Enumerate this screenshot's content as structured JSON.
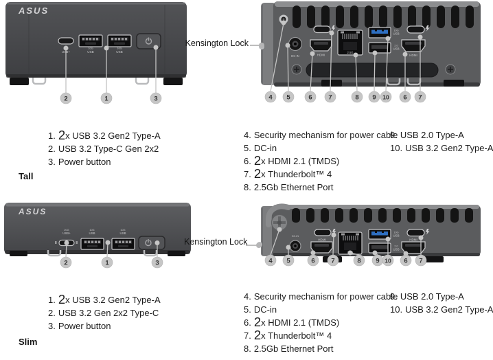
{
  "brand": "ASUS",
  "labels": {
    "kensington": "Kensington Lock",
    "tall": "Tall",
    "slim": "Slim"
  },
  "port_labels": {
    "speed20": "20G",
    "usb_plus": "USB+",
    "speed10": "10G",
    "usb": "USB",
    "usb20": "2.0",
    "hdmi": "HDMI",
    "ethernet": "2.5G",
    "dcin": "DC-IN"
  },
  "colors": {
    "usb3_blue": "#2e6fc2",
    "front_body": "#48494c",
    "rear_body": "#5b5c5e",
    "callout_fill": "#c6c6c6"
  },
  "tall": {
    "front_callouts": [
      "2",
      "1",
      "3"
    ],
    "rear_callouts": [
      "4",
      "5",
      "6",
      "7",
      "8",
      "9",
      "10",
      "6",
      "7"
    ],
    "front_legend": [
      {
        "num": "1.",
        "big": "2",
        "rest": "x USB 3.2 Gen2 Type-A"
      },
      {
        "num": "2.",
        "big": "",
        "rest": "USB 3.2 Type-C Gen 2x2"
      },
      {
        "num": "3.",
        "big": "",
        "rest": "Power button"
      }
    ],
    "rear_legend_col1": [
      {
        "num": "4.",
        "big": "",
        "rest": "Security mechanism for power cable"
      },
      {
        "num": "5.",
        "big": "",
        "rest": "DC-in"
      },
      {
        "num": "6.",
        "big": "2",
        "rest": "x HDMI 2.1 (TMDS)"
      },
      {
        "num": "7.",
        "big": "2",
        "rest": "x Thunderbolt™ 4"
      },
      {
        "num": "8.",
        "big": "",
        "rest": "2.5Gb Ethernet Port"
      }
    ],
    "rear_legend_col2": [
      {
        "num": "9.",
        "big": "",
        "rest": "USB 2.0 Type-A"
      },
      {
        "num": "10.",
        "big": "",
        "rest": "USB 3.2 Gen2 Type-A"
      }
    ]
  },
  "slim": {
    "front_callouts": [
      "2",
      "1",
      "3"
    ],
    "rear_callouts": [
      "4",
      "5",
      "6",
      "7",
      "8",
      "9",
      "10",
      "6",
      "7"
    ],
    "front_legend": [
      {
        "num": "1.",
        "big": "2",
        "rest": "x USB 3.2 Gen2 Type-A"
      },
      {
        "num": "2.",
        "big": "",
        "rest": "USB 3.2 Gen 2x2 Type-C"
      },
      {
        "num": "3.",
        "big": "",
        "rest": "Power button"
      }
    ],
    "rear_legend_col1": [
      {
        "num": "4.",
        "big": "",
        "rest": "Security mechanism for power cable"
      },
      {
        "num": "5.",
        "big": "",
        "rest": "DC-in"
      },
      {
        "num": "6.",
        "big": "2",
        "rest": "x HDMI 2.1 (TMDS)"
      },
      {
        "num": "7.",
        "big": "2",
        "rest": "x Thunderbolt™ 4"
      },
      {
        "num": "8.",
        "big": "",
        "rest": "2.5Gb Ethernet Port"
      }
    ],
    "rear_legend_col2": [
      {
        "num": "9.",
        "big": "",
        "rest": "USB 2.0 Type-A"
      },
      {
        "num": "10.",
        "big": "",
        "rest": "USB 3.2 Gen2 Type-A"
      }
    ]
  }
}
